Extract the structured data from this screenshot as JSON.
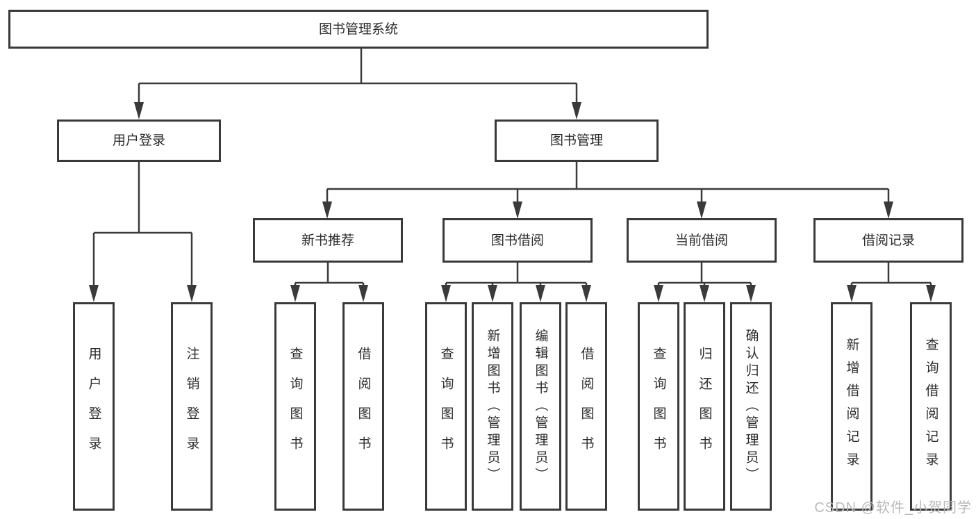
{
  "colors": {
    "line": "#3a3a3a",
    "text": "#2b2b2b",
    "box_background": "#ffffff",
    "watermark": "#b9b9b9"
  },
  "watermark": "CSDN @软件_小贺同学",
  "tree": {
    "root": "图书管理系统",
    "user": {
      "label": "用户登录",
      "children": [
        "用户登录",
        "注销登录"
      ]
    },
    "management": {
      "label": "图书管理",
      "sections": [
        {
          "label": "新书推荐",
          "children": [
            "查询图书",
            "借阅图书"
          ]
        },
        {
          "label": "图书借阅",
          "children": [
            "查询图书",
            "新增图书（管理员）",
            "编辑图书（管理员）",
            "借阅图书"
          ]
        },
        {
          "label": "当前借阅",
          "children": [
            "查询图书",
            "归还图书",
            "确认归还（管理员）"
          ]
        },
        {
          "label": "借阅记录",
          "children": [
            "新增借阅记录",
            "查询借阅记录"
          ]
        }
      ]
    }
  }
}
